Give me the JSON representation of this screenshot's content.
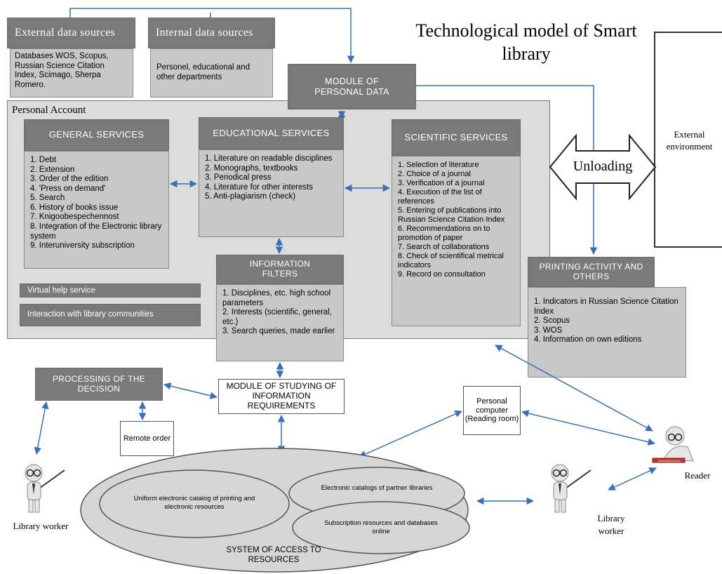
{
  "title": "Technological model of  Smart library",
  "external_data": {
    "header": "External data sources",
    "text": "Databases WOS, Scopus, Russian Science Citation Index, Scimago, Sherpa Romero."
  },
  "internal_data": {
    "header": "Internal data sources",
    "text": "Personel, educational and other departments"
  },
  "module_personal": "MODULE OF PERSONAL DATA",
  "personal_account": "Personal Account",
  "general_services": {
    "header": "GENERAL SERVICES",
    "items": [
      "1. Debt",
      "2. Extension",
      "3. Order of the edition",
      "4. 'Press on demand'",
      "5. Search",
      "6. History of books issue",
      "7. Knigoobespechennost",
      "8. Integration of the Electronic library system",
      "9. Interuniversity subscription"
    ]
  },
  "educational_services": {
    "header": "EDUCATIONAL SERVICES",
    "items": [
      "1. Literature on readable disciplines",
      "2. Monographs, textbooks",
      "3. Periodical press",
      "4. Literature for other interests",
      "5. Anti-plagiarism (check)"
    ]
  },
  "scientific_services": {
    "header": "SCIENTIFIC SERVICES",
    "items": [
      "1. Selection of literature",
      "2. Choice of a journal",
      "3. Verification of a journal",
      "4. Execution of the list of references",
      "5. Entering of publications into Russian Science Citation Index",
      "6. Recommendations on to promotion of paper",
      "7. Search of collaborations",
      "8. Check of scientifical metrical indicators",
      "9. Record on consultation"
    ]
  },
  "virtual_help": "Virtual help service",
  "interaction": "Interaction with library communities",
  "information_filters": {
    "header": "INFORMATION FILTERS",
    "items": [
      "1. Disciplines, etc. high school parameters",
      "2. Interests (scientific, general, etc.)",
      "3. Search queries, made earlier"
    ]
  },
  "printing": {
    "header": "PRINTING ACTIVITY AND OTHERS",
    "items": [
      "1. Indicators in Russian Science Citation Index",
      "2. Scopus",
      "3. WOS",
      "4. Information on own editions"
    ]
  },
  "unloading": "Unloading",
  "external_environment": "External environment",
  "processing": "PROCESSING OF THE DECISION",
  "module_studying": "MODULE OF STUDYING OF INFORMATION REQUIREMENTS",
  "remote_order": "Remote order",
  "personal_computer": "Personal computer (Reading room)",
  "access_system": {
    "label": "SYSTEM OF ACCESS TO RESOURCES",
    "uniform": "Uniform electronic catalog of printing and electronic resources",
    "partner": "Electronic catalogs of partner libraries",
    "subscription": "Subscription resources and databases online"
  },
  "library_worker_left": "Library worker",
  "library_worker_right": "Library worker",
  "reader": "Reader",
  "colors": {
    "dark_box": "#7a7a7a",
    "light_box": "#c8c8c8",
    "arrow": "#3b6fb6"
  }
}
